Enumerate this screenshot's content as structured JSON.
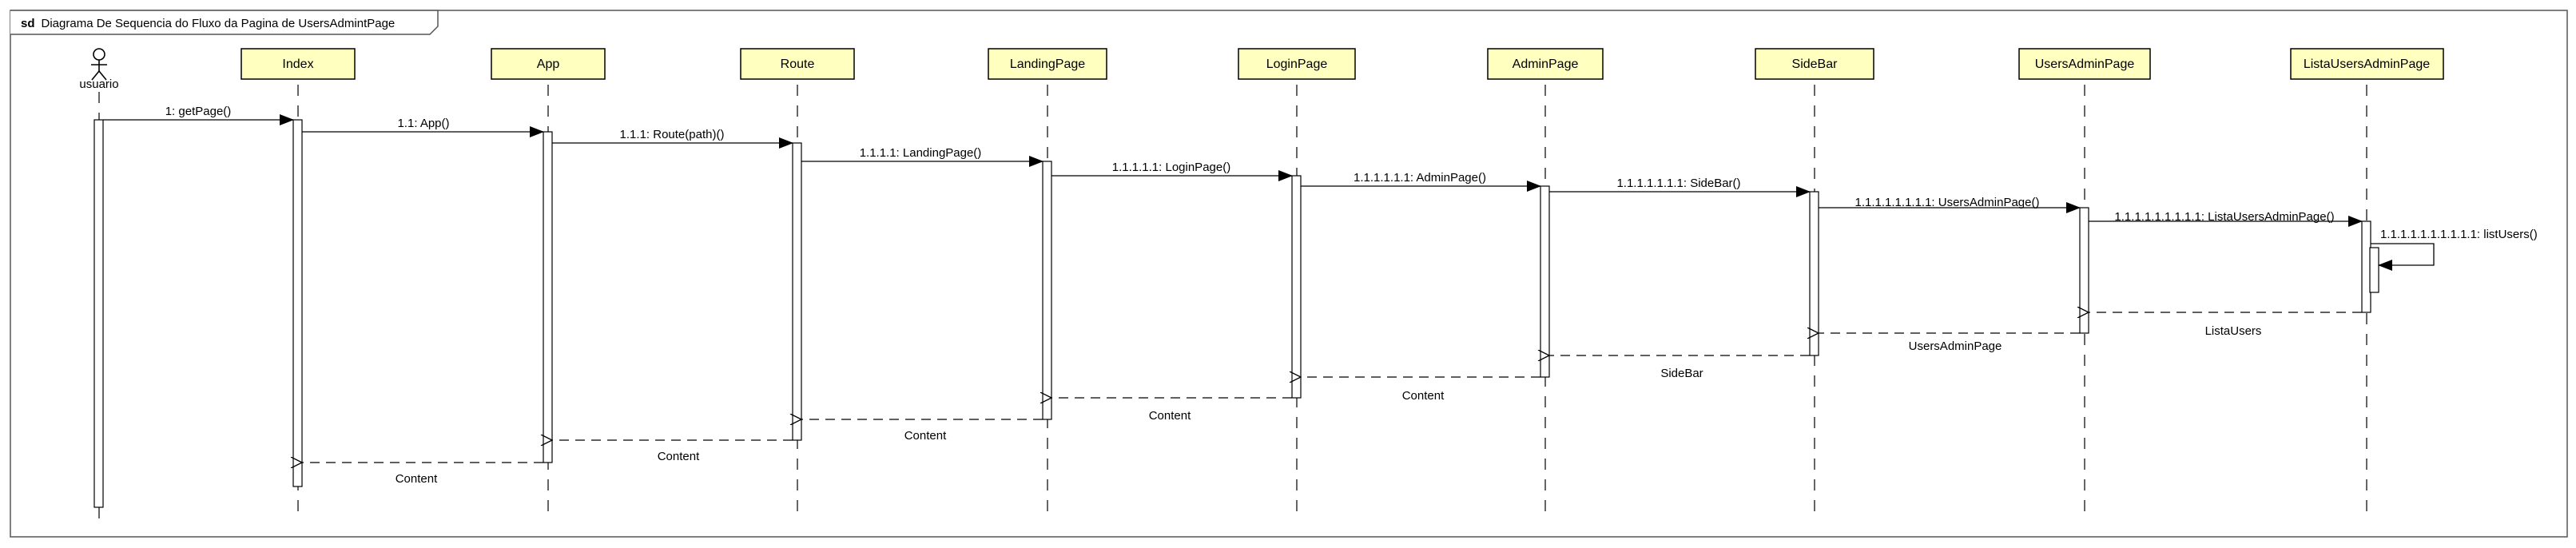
{
  "frame": {
    "keyword": "sd",
    "title": "Diagrama De Sequencia do Fluxo da Pagina de UsersAdmintPage"
  },
  "actor": {
    "label": "usuario"
  },
  "lifelines": [
    {
      "id": "index",
      "label": "Index"
    },
    {
      "id": "app",
      "label": "App"
    },
    {
      "id": "route",
      "label": "Route"
    },
    {
      "id": "landingpage",
      "label": "LandingPage"
    },
    {
      "id": "loginpage",
      "label": "LoginPage"
    },
    {
      "id": "adminpage",
      "label": "AdminPage"
    },
    {
      "id": "sidebar",
      "label": "SideBar"
    },
    {
      "id": "usersadminpage",
      "label": "UsersAdminPage"
    },
    {
      "id": "listausersadminpage",
      "label": "ListaUsersAdminPage"
    }
  ],
  "calls": [
    {
      "label": "1: getPage()"
    },
    {
      "label": "1.1: App()"
    },
    {
      "label": "1.1.1: Route(path)()"
    },
    {
      "label": "1.1.1.1: LandingPage()"
    },
    {
      "label": "1.1.1.1.1: LoginPage()"
    },
    {
      "label": "1.1.1.1.1.1: AdminPage()"
    },
    {
      "label": "1.1.1.1.1.1.1: SideBar()"
    },
    {
      "label": "1.1.1.1.1.1.1.1: UsersAdminPage()"
    },
    {
      "label": "1.1.1.1.1.1.1.1.1: ListaUsersAdminPage()"
    }
  ],
  "self_call": {
    "label": "1.1.1.1.1.1.1.1.1.1: listUsers()"
  },
  "returns": [
    {
      "label": "ListaUsers"
    },
    {
      "label": "UsersAdminPage"
    },
    {
      "label": "SideBar"
    },
    {
      "label": "Content"
    },
    {
      "label": "Content"
    },
    {
      "label": "Content"
    },
    {
      "label": "Content"
    },
    {
      "label": "Content"
    }
  ]
}
